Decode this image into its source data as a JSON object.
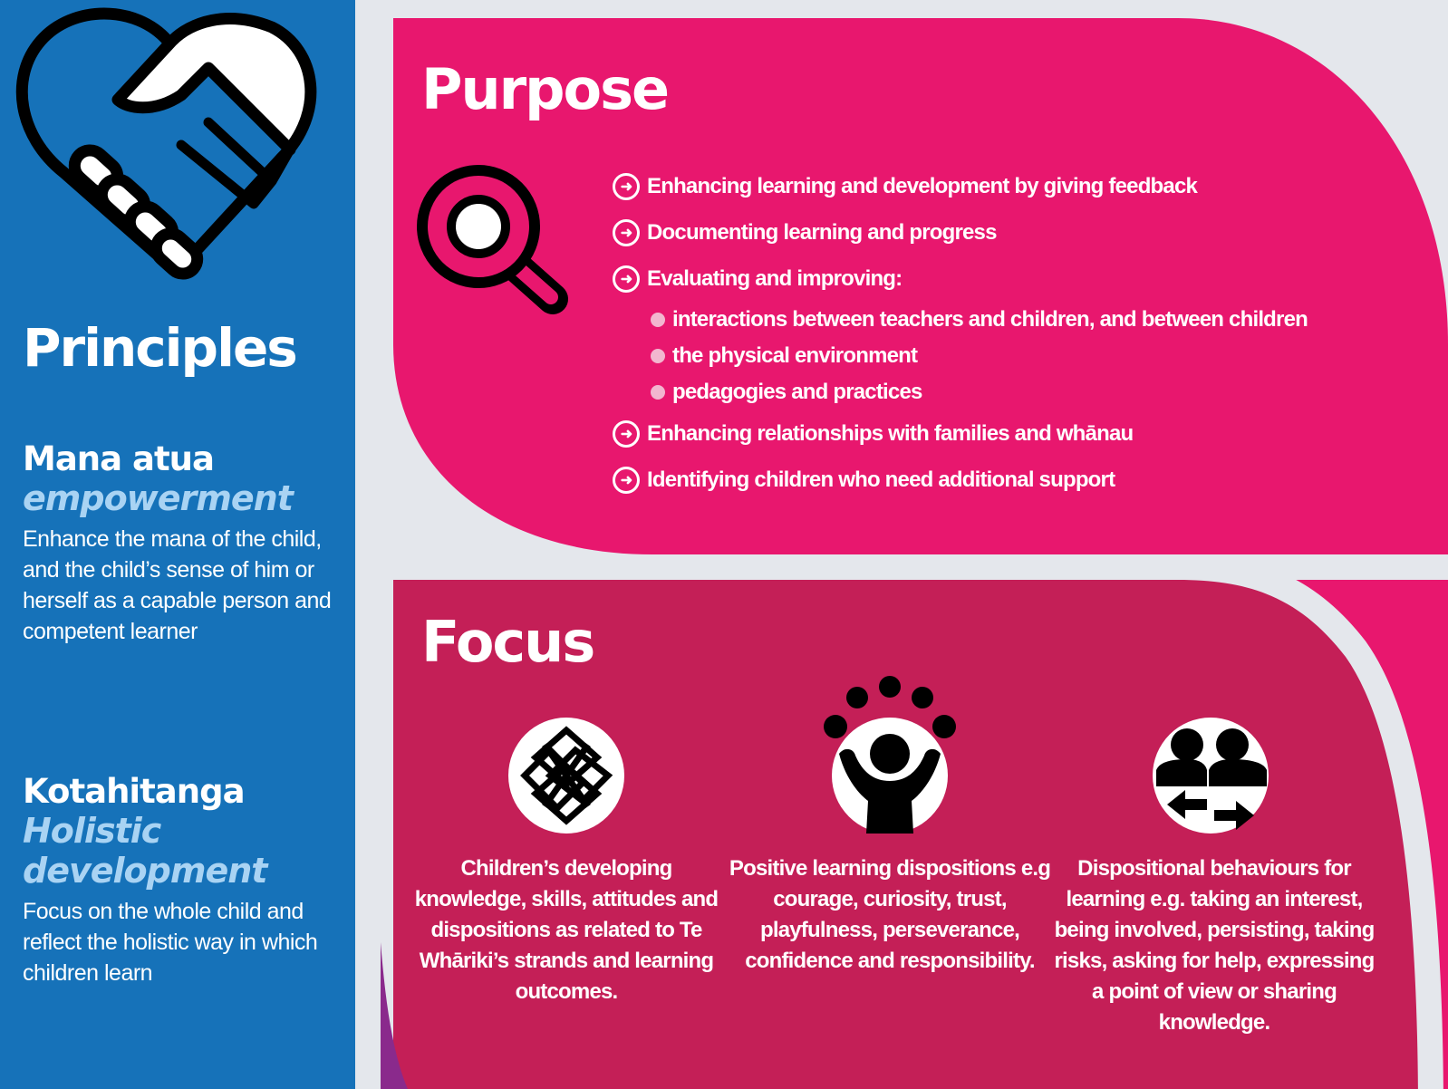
{
  "colors": {
    "blue": "#1672b9",
    "pink": "#e8176e",
    "dark_pink": "#c41f57",
    "gray": "#e4e7ec",
    "light_blue": "#a9d3f3",
    "purple": "#8a2a8c"
  },
  "sidebar": {
    "icon": "handshake-heart-icon",
    "title": "Principles",
    "principles": [
      {
        "name": "Mana atua",
        "english": [
          "empowerment"
        ],
        "description": "Enhance the mana of the child, and the child’s sense of him or herself as a capable person and competent learner"
      },
      {
        "name": "Kotahitanga",
        "english": [
          "Holistic",
          "development"
        ],
        "description": "Focus on the whole child and reflect the holistic way in which children learn"
      }
    ]
  },
  "purpose": {
    "title": "Purpose",
    "icon": "magnifier-icon",
    "items": [
      {
        "text": "Enhancing learning and development by giving feedback"
      },
      {
        "text": "Documenting learning and progress"
      },
      {
        "text": "Evaluating and improving:",
        "sub": [
          "interactions between teachers and children, and between children",
          "the physical environment",
          "pedagogies and practices"
        ]
      },
      {
        "text": "Enhancing relationships with families and whānau"
      },
      {
        "text": "Identifying children who need additional support"
      }
    ]
  },
  "focus": {
    "title": "Focus",
    "columns": [
      {
        "icon": "woven-pattern-icon",
        "text": "Children’s developing knowledge, skills, attitudes and dispositions as related to Te Whāriki’s strands and learning outcomes."
      },
      {
        "icon": "child-juggling-icon",
        "text": "Positive learning dispositions e.g courage, curiosity, trust, playfulness, perseverance, confidence and responsibility."
      },
      {
        "icon": "people-exchange-icon",
        "text": "Dispositional behaviours for learning e.g. taking an interest, being involved, persisting, taking risks, asking for help, expressing a point of view or sharing knowledge."
      }
    ]
  }
}
